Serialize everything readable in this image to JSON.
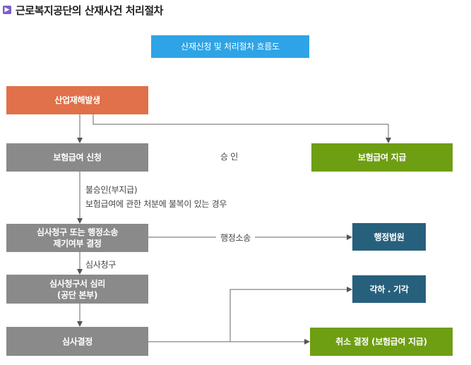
{
  "title": "근로복지공단의 산재사건 처리절차",
  "title_icon": "▶",
  "header_box": "산재신청 및 처리절차 흐름도",
  "boxes": {
    "accident": "산업재해발생",
    "apply": "보험급여 신청",
    "pay": "보험급여 지급",
    "decide": "심사청구 또는 행정소송\n제기여부 결정",
    "court": "행정법원",
    "review": "심사청구서 심리\n(공단 본부)",
    "dismiss": "각하 . 기각",
    "result": "심사결정",
    "cancel": "취소 결정 (보험급여 지급)"
  },
  "labels": {
    "approve": "승 인",
    "reject": "불승인(부지급)",
    "objection": "보험급여에 관한 처분에 불복이 있는 경우",
    "lawsuit": "행정소송",
    "claim": "심사청구"
  }
}
